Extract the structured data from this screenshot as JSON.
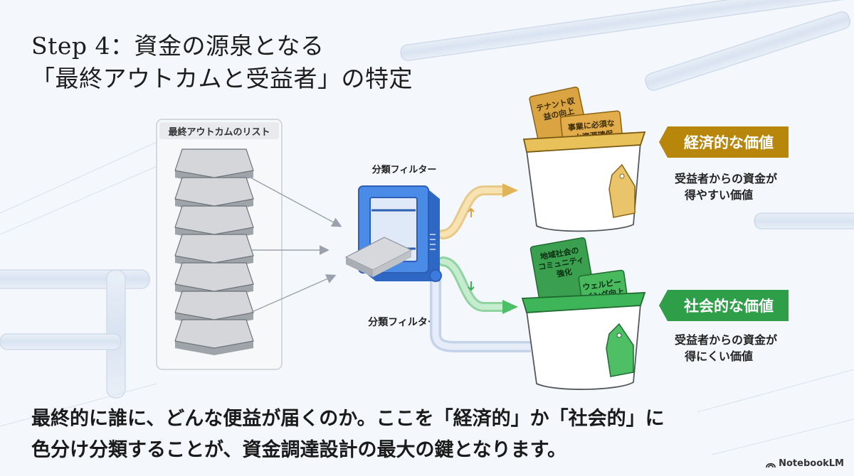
{
  "title": {
    "line1": "Step 4：資金の源泉となる",
    "line2": "「最終アウトカムと受益者」の特定"
  },
  "list_panel": {
    "label": "最終アウトカムのリスト",
    "item_count": 7
  },
  "filter": {
    "label_top": "分類フィルター",
    "label_bottom": "分類フィルター"
  },
  "economic": {
    "badge": "経済的な価値",
    "desc_line1": "受益者からの資金が",
    "desc_line2": "得やすい価値",
    "cards": [
      {
        "lines": [
          "テナント収",
          "益の向上"
        ]
      },
      {
        "lines": [
          "事業に必須な",
          "水資源確保"
        ]
      }
    ]
  },
  "social": {
    "badge": "社会的な価値",
    "desc_line1": "受益者からの資金が",
    "desc_line2": "得にくい価値",
    "cards": [
      {
        "lines": [
          "地域社会の",
          "コミュニティ",
          "強化"
        ]
      },
      {
        "lines": [
          "ウェルビー",
          "イング向上"
        ]
      }
    ]
  },
  "caption": {
    "line1": "最終的に誰に、どんな便益が届くのか。ここを「経済的」か「社会的」に",
    "line2": "色分け分類することが、資金調達設計の最大の鍵となります。"
  },
  "logo": {
    "text": "NotebookLM",
    "icon": "notebooklm-logo-icon"
  },
  "colors": {
    "economic": "#b8860b",
    "economic_light": "#e9c46a",
    "social": "#2e9e48",
    "social_light": "#5fcf77",
    "filter_blue": "#3d7be0"
  }
}
